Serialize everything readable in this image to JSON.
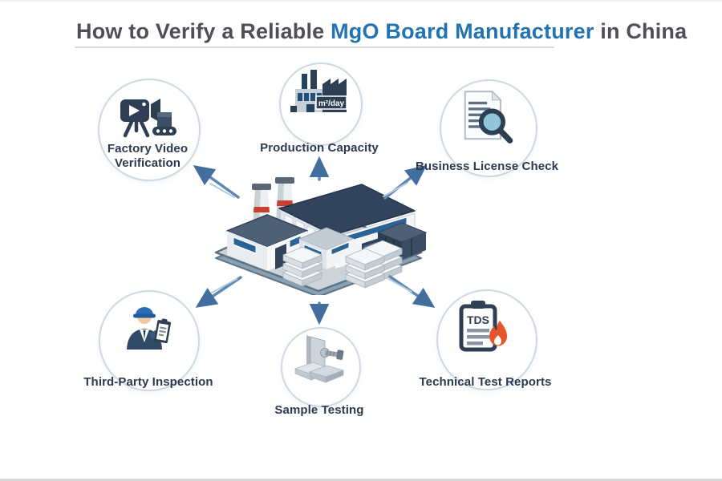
{
  "title": {
    "prefix": "How to Verify a Reliable ",
    "highlight": "MgO Board Manufacturer",
    "suffix": " in China"
  },
  "colors": {
    "accent_blue": "#2273b2",
    "navy": "#2e3f54",
    "arrow_blue": "#5e88b1",
    "circle_border": "#cdd8e2",
    "window_blue": "#2a6496",
    "chimney_stripe_red": "#c9402e",
    "flame_orange": "#e8542e",
    "magnifier_glass_blue": "#92c5de"
  },
  "center_illustration": {
    "name": "isometric-mgo-board-factory"
  },
  "nodes": [
    {
      "id": "factory-video-verification",
      "label": "Factory Video Verification",
      "icon": "video-camera-conveyor-icon"
    },
    {
      "id": "production-capacity",
      "label": "Production Capacity",
      "icon": "factory-capacity-icon",
      "badge": "m²/day"
    },
    {
      "id": "business-license-check",
      "label": "Business License Check",
      "icon": "document-magnifier-icon"
    },
    {
      "id": "third-party-inspection",
      "label": "Third-Party Inspection",
      "icon": "inspector-clipboard-icon"
    },
    {
      "id": "sample-testing",
      "label": "Sample Testing",
      "icon": "board-screw-icon"
    },
    {
      "id": "technical-test-reports",
      "label": "Technical Test Reports",
      "icon": "tds-report-flame-icon",
      "badge": "TDS"
    }
  ]
}
